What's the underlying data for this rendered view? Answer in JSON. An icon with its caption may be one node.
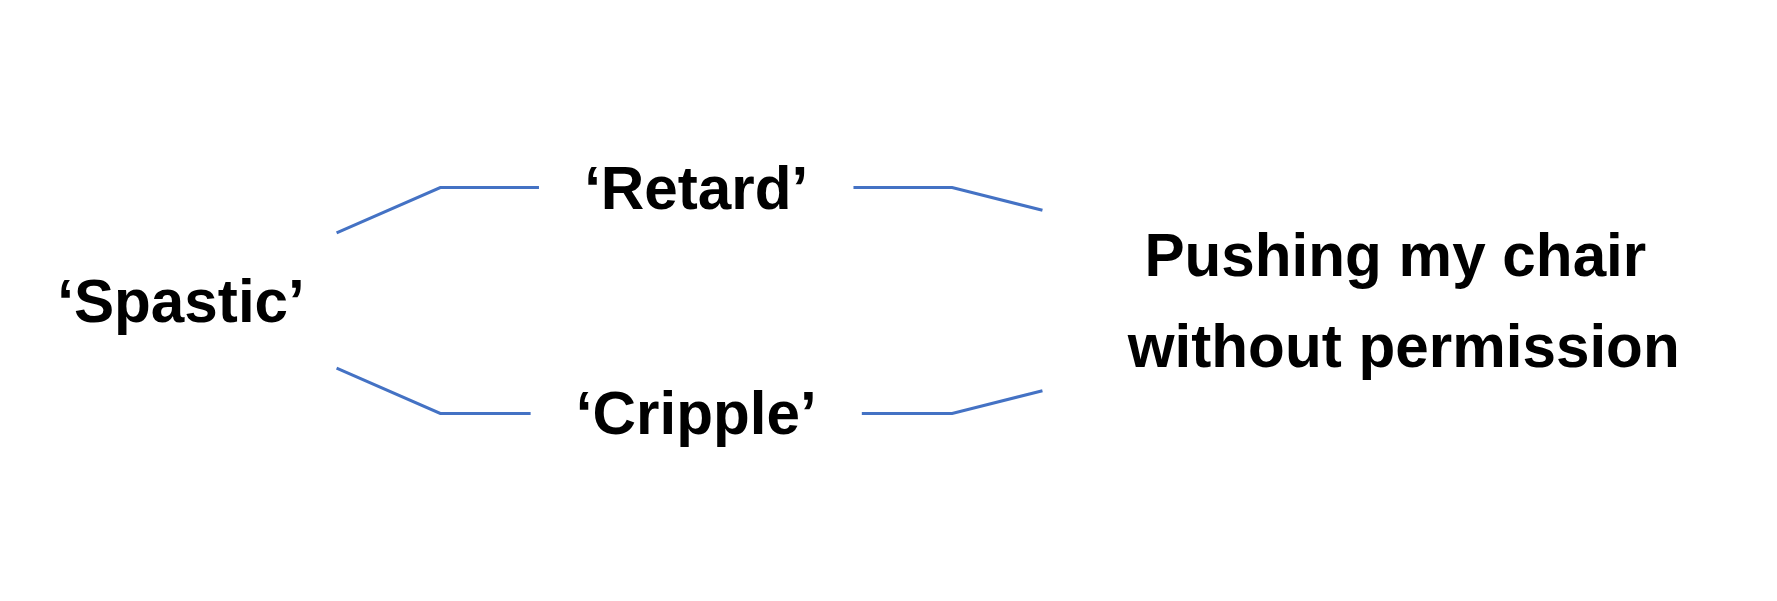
{
  "diagram": {
    "nodes": [
      {
        "text": [
          "‘Retard’"
        ]
      },
      {
        "text": [
          "‘Spastic’"
        ]
      },
      {
        "text": [
          "Pushing my chair without permission"
        ]
      },
      {
        "text": [
          "‘Cripple’"
        ]
      }
    ],
    "edges": [
      {
        "from": 1,
        "to": 0,
        "arrow": "none"
      },
      {
        "from": 0,
        "to": 2,
        "arrow": "none"
      },
      {
        "from": 1,
        "to": 3,
        "arrow": "none"
      },
      {
        "from": 3,
        "to": 2,
        "arrow": "none"
      }
    ]
  }
}
